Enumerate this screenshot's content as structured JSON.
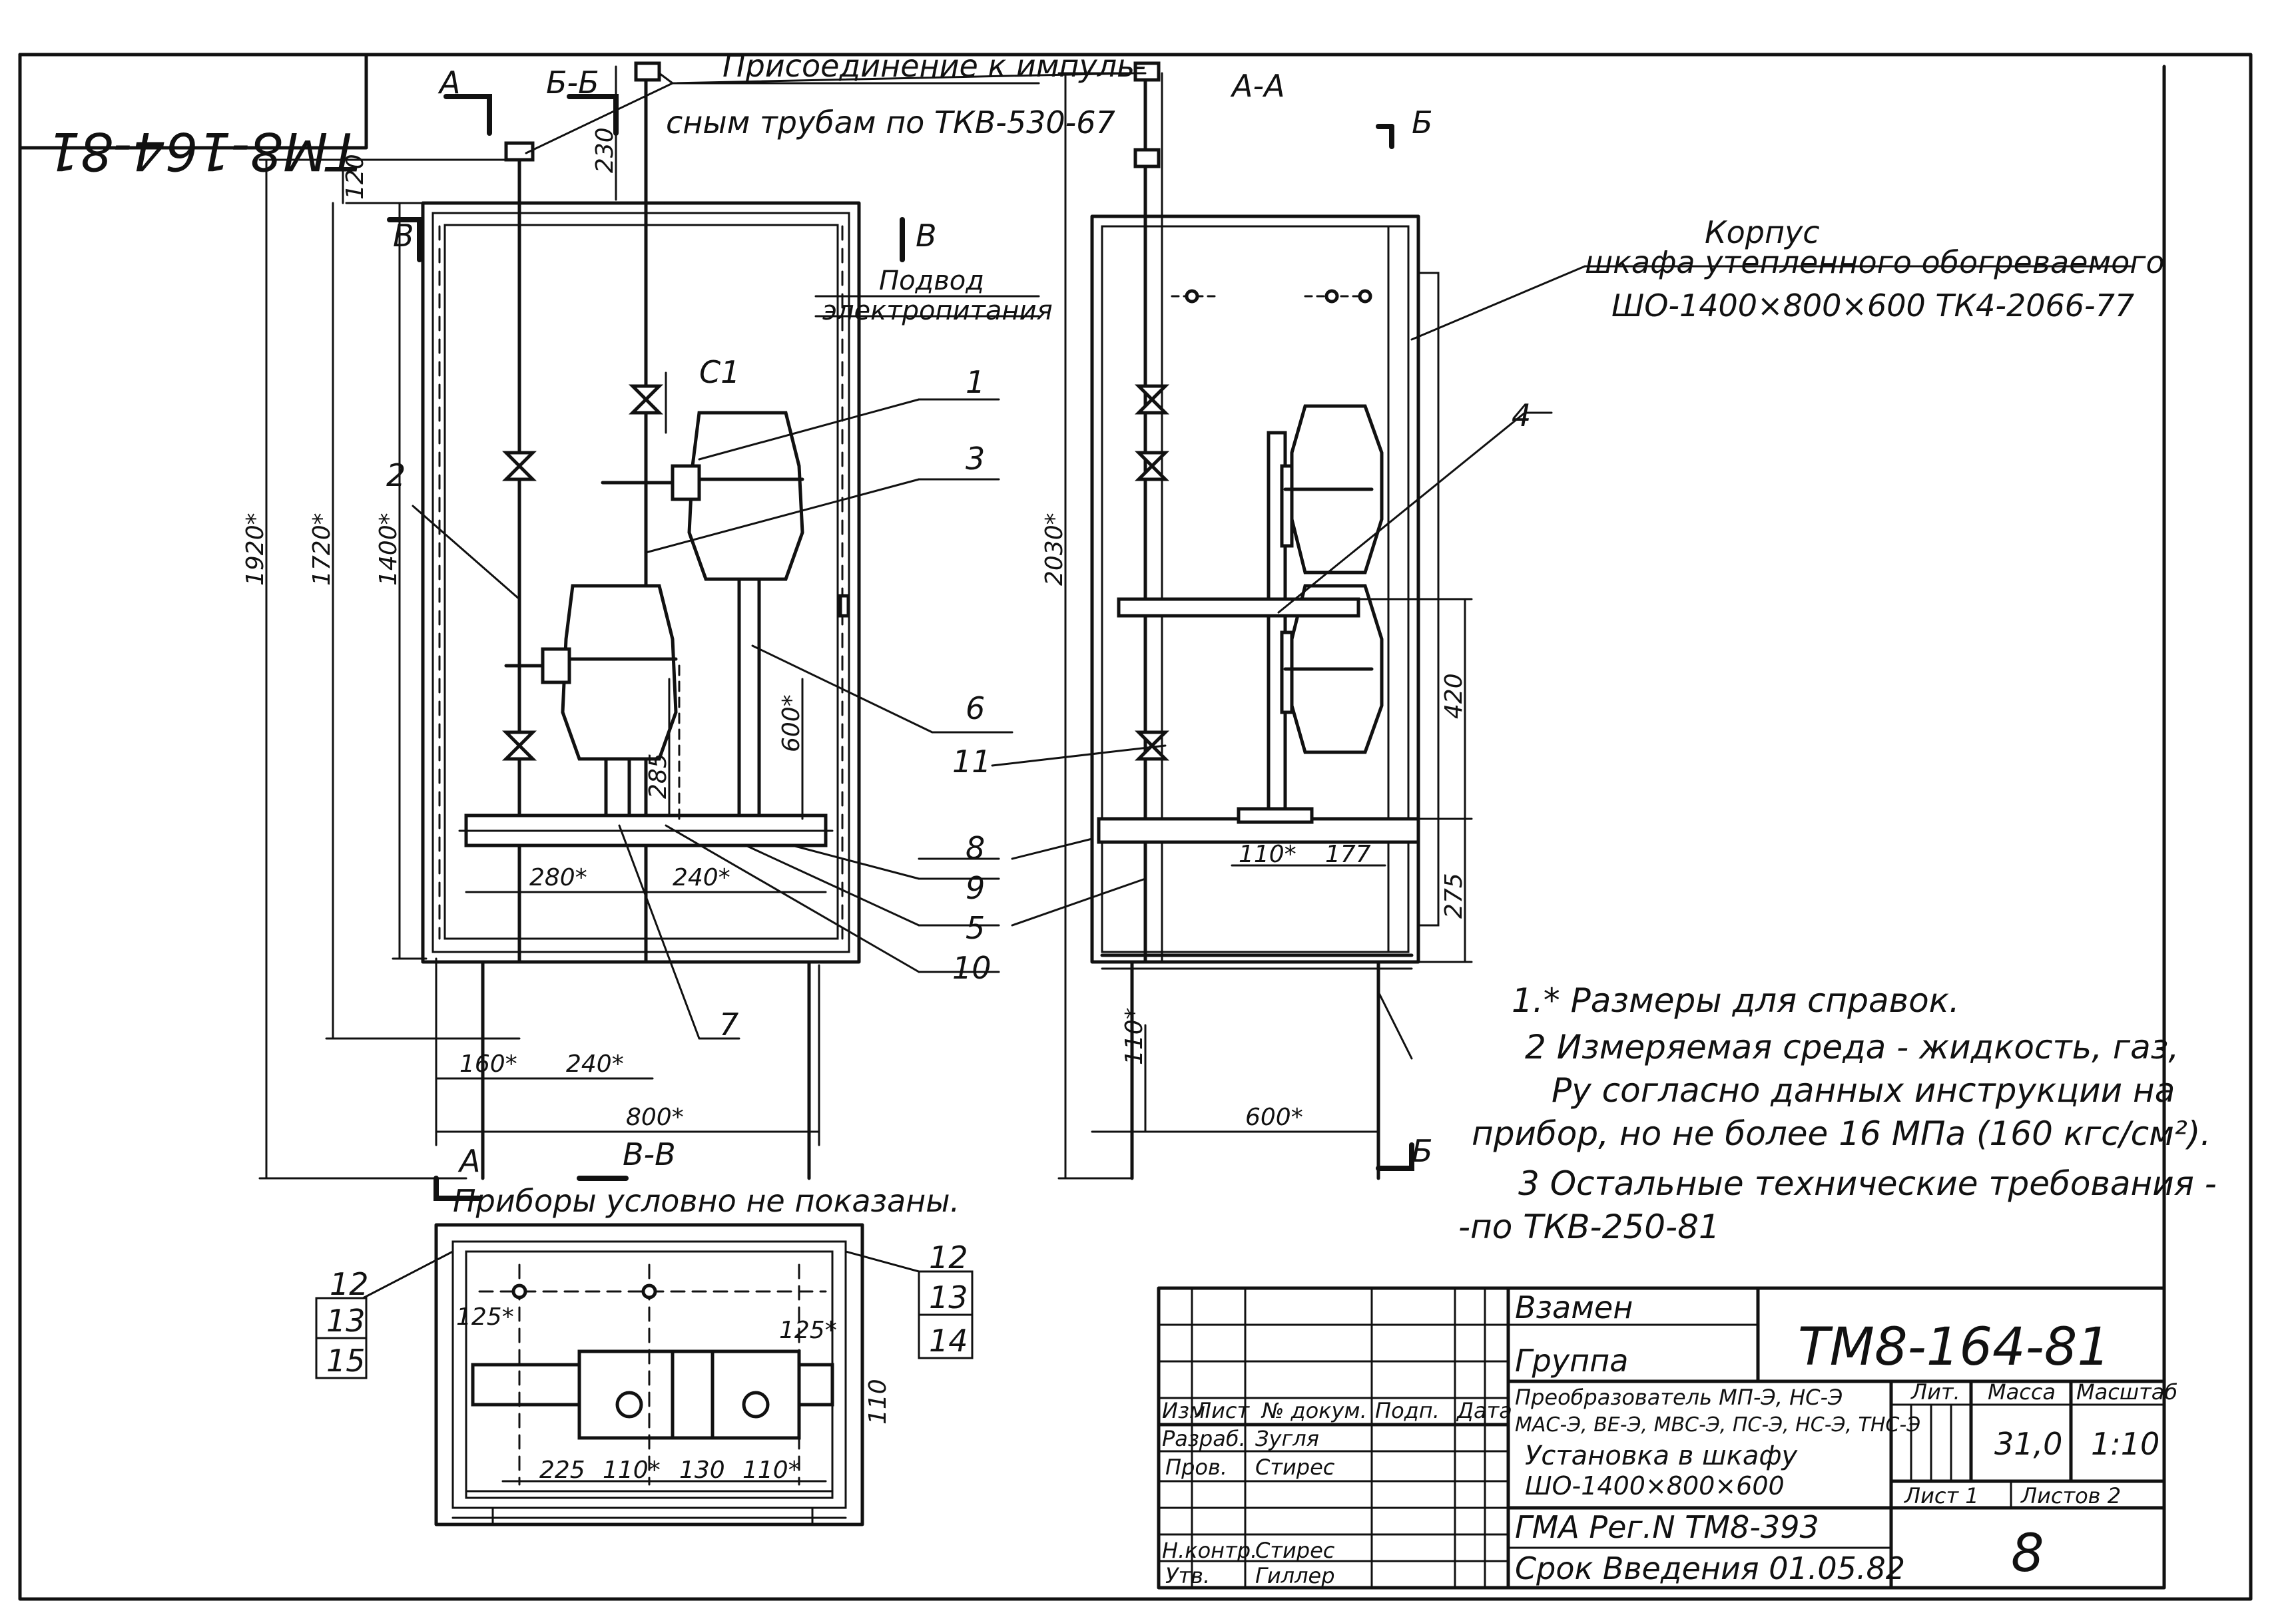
{
  "stamp": {
    "code_rotated": "ТМ8-164-81",
    "code": "ТМ8-164-81",
    "replaces": "Взамен",
    "group": "Группа",
    "title_line1": "Преобразователь МП-Э, НС-Э",
    "title_line2": "МАС-Э, ВЕ-Э, МВС-Э, ПС-Э, НС-Э, ТНС-Э",
    "title_line3": "Установка в шкафу",
    "title_line4": "ШО-1400×800×600",
    "reg": "ГМА Рег.N ТМ8-393",
    "date_intro": "Срок Введения 01.05.82",
    "col_izm": "Изм",
    "col_list": "Лист",
    "col_doc": "№ докум.",
    "col_sign": "Подп.",
    "col_date": "Дата",
    "razrab": "Разраб.",
    "razrab_name": "Зугля",
    "prov": "Пров.",
    "prov_name": "Стирес",
    "nkontr": "Н.контр.",
    "nkontr_name": "Стирес",
    "utv": "Утв.",
    "utv_name": "Гиллер",
    "lit": "Лит.",
    "mass": "Масса",
    "scale": "Масштаб",
    "mass_val": "31,0",
    "scale_val": "1:10",
    "sheet": "Лист 1",
    "sheets": "Листов 2",
    "page_no": "8"
  },
  "sections": {
    "a": "А",
    "b": "Б",
    "bb": "Б-Б",
    "aa": "А-А",
    "v": "В",
    "vv": "В-В"
  },
  "callouts": {
    "impulse1": "Присоединение к импуль-",
    "impulse2": "сным трубам по ТКВ-530-67",
    "power1": "Подвод",
    "power2": "электропитания",
    "case1": "Корпус",
    "case2": "шкафа утепленного обогреваемого",
    "case3": "ШО-1400×800×600 ТК4-2066-77",
    "c1": "С1",
    "devices_hidden": "Приборы условно не показаны."
  },
  "positions": [
    "1",
    "2",
    "3",
    "4",
    "5",
    "6",
    "7",
    "8",
    "9",
    "10",
    "11",
    "12",
    "13",
    "14",
    "15"
  ],
  "dims": {
    "d1920": "1920*",
    "d1720": "1720*",
    "d1400": "1400*",
    "d230": "230",
    "d120": "120",
    "d2030": "2030*",
    "d600v": "600*",
    "d285": "285",
    "d280": "280*",
    "d240a": "240*",
    "d160": "160*",
    "d240b": "240*",
    "d800": "800*",
    "d420": "420",
    "d275": "275",
    "d110a": "110*",
    "d177": "177",
    "d110b": "110*",
    "d600h": "600*",
    "d125a": "125*",
    "d125b": "125*",
    "d110c": "110",
    "d225": "225",
    "d110d": "110*",
    "d130": "130",
    "d110e": "110*"
  },
  "notes": [
    "1.* Размеры для справок.",
    "2 Измеряемая среда - жидкость, газ,",
    "Ру согласно данных инструкции на",
    "прибор, но не более 16 МПа (160 кгс/см²).",
    "3 Остальные технические требования -",
    "-по ТКВ-250-81"
  ]
}
